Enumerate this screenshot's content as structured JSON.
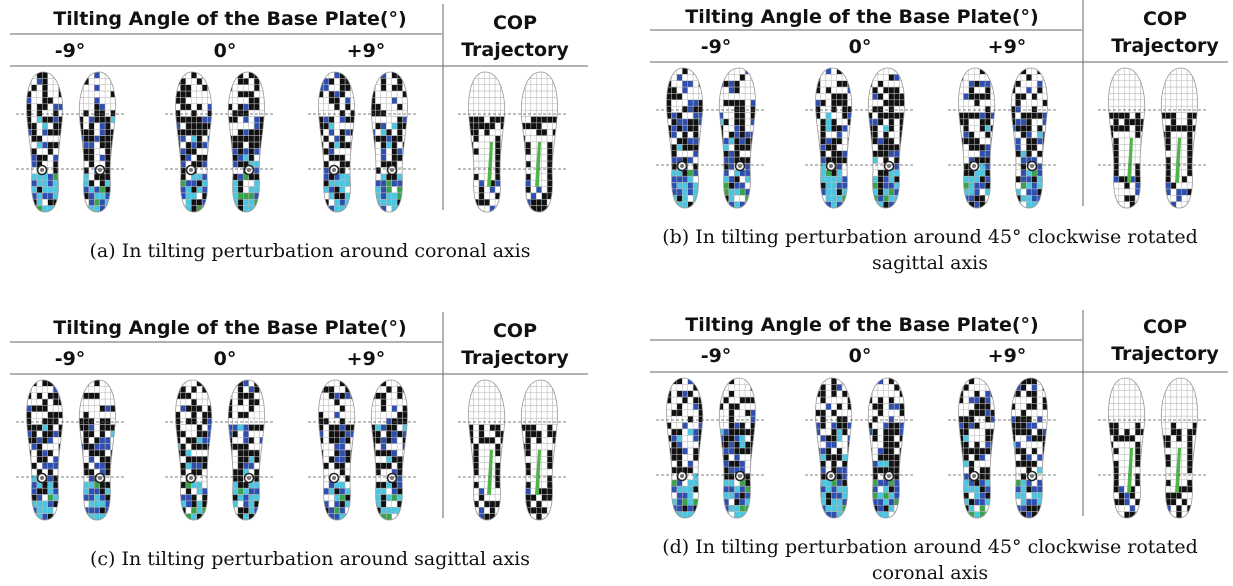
{
  "header": {
    "title": "Tilting Angle of the Base Plate(°)",
    "angles": [
      "-9°",
      "0°",
      "+9°"
    ],
    "cop_line1": "COP",
    "cop_line2": "Trajectory"
  },
  "colors": {
    "black": "#111111",
    "blue": "#2f4fb0",
    "light_blue": "#4cc6e0",
    "green": "#3aa24a",
    "yellow": "#e8e43a",
    "grid": "#b8b8b8",
    "dashed": "#555555",
    "cop_track": "#4fb548"
  },
  "panels": [
    {
      "id": "a",
      "caption": "(a) In tilting perturbation around coronal axis"
    },
    {
      "id": "b",
      "caption": "(b) In tilting perturbation around 45° clockwise rotated sagittal axis"
    },
    {
      "id": "c",
      "caption": "(c) In tilting perturbation around sagittal axis"
    },
    {
      "id": "d",
      "caption": "(d) In tilting perturbation around 45° clockwise rotated coronal axis"
    }
  ]
}
